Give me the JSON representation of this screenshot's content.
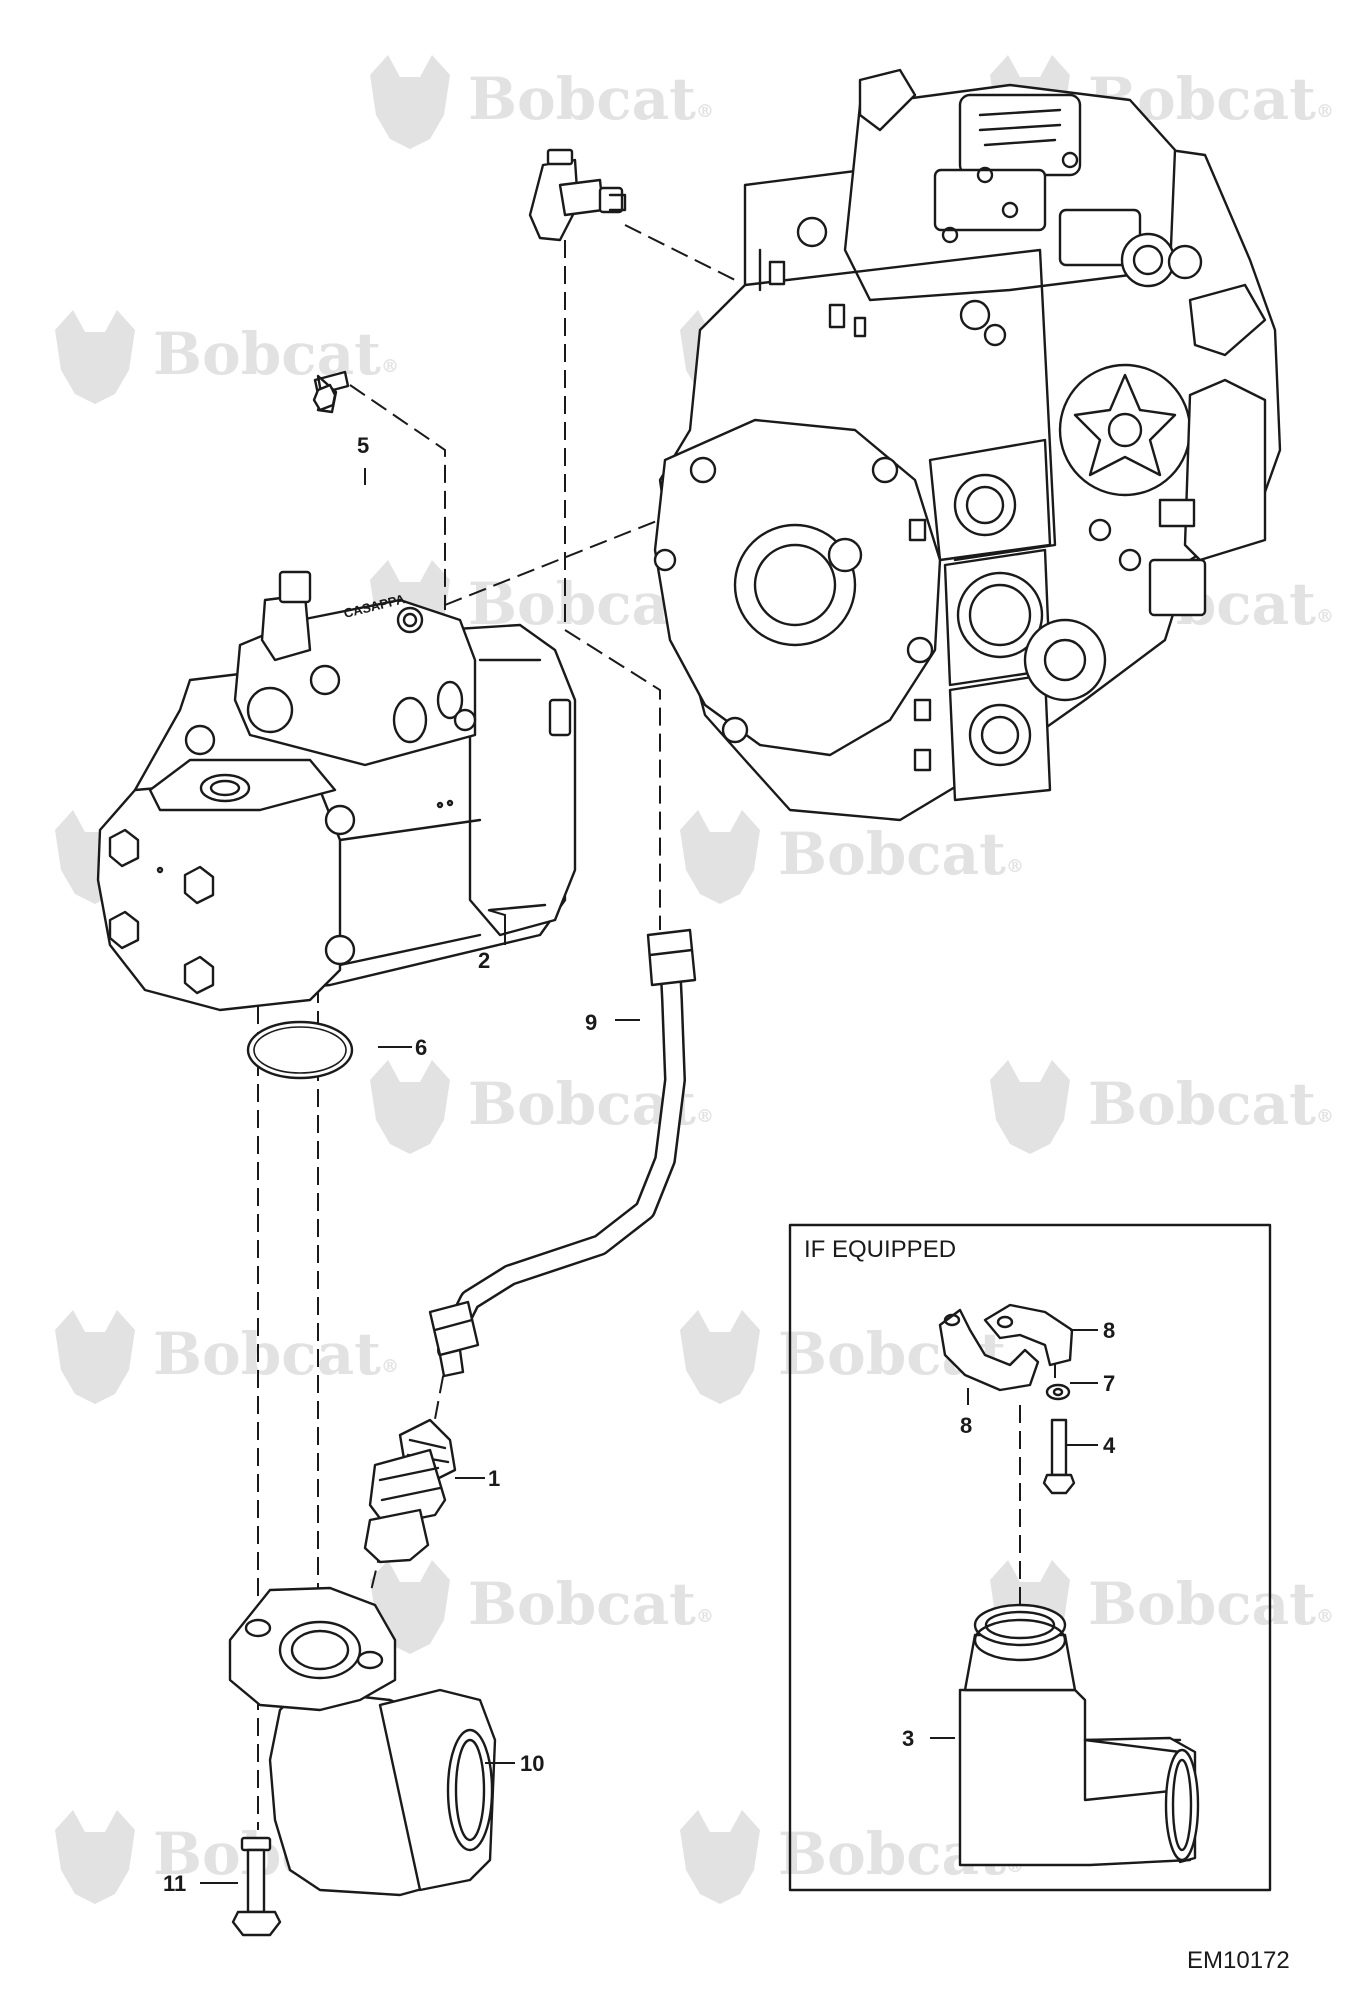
{
  "watermark": {
    "text": "Bobcat",
    "registered": "®"
  },
  "inset": {
    "title": "IF EQUIPPED"
  },
  "callouts": {
    "c1": "1",
    "c2": "2",
    "c3": "3",
    "c4": "4",
    "c5": "5",
    "c6": "6",
    "c7": "7",
    "c8a": "8",
    "c8b": "8",
    "c9": "9",
    "c10": "10",
    "c11": "11"
  },
  "pump_brand": "CASAPPA",
  "figure_id": "EM10172"
}
